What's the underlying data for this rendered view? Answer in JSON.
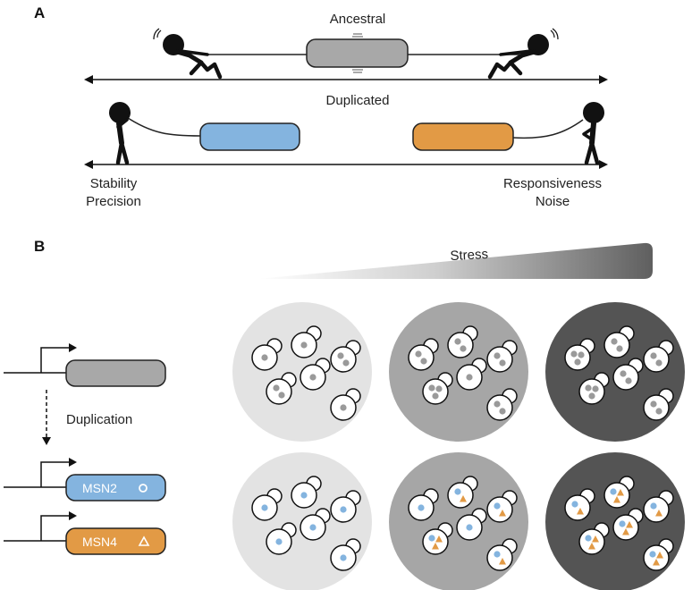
{
  "panel_a": {
    "label": "A",
    "ancestral_label": "Ancestral",
    "duplicated_label": "Duplicated",
    "left_trait_1": "Stability",
    "left_trait_2": "Precision",
    "right_trait_1": "Responsiveness",
    "right_trait_2": "Noise"
  },
  "panel_b": {
    "label": "B",
    "stress_label": "Stress",
    "duplication_label": "Duplication",
    "gene_1": "MSN2",
    "gene_2": "MSN4"
  },
  "colors": {
    "ancestral_gray": "#a8a8a8",
    "msn2_blue": "#84b4df",
    "msn4_orange": "#e29a45",
    "low_stress_bg": "#e3e3e3",
    "mid_stress_bg": "#a6a6a6",
    "high_stress_bg": "#545454",
    "nucleus_gray": "#9a9a9a"
  }
}
